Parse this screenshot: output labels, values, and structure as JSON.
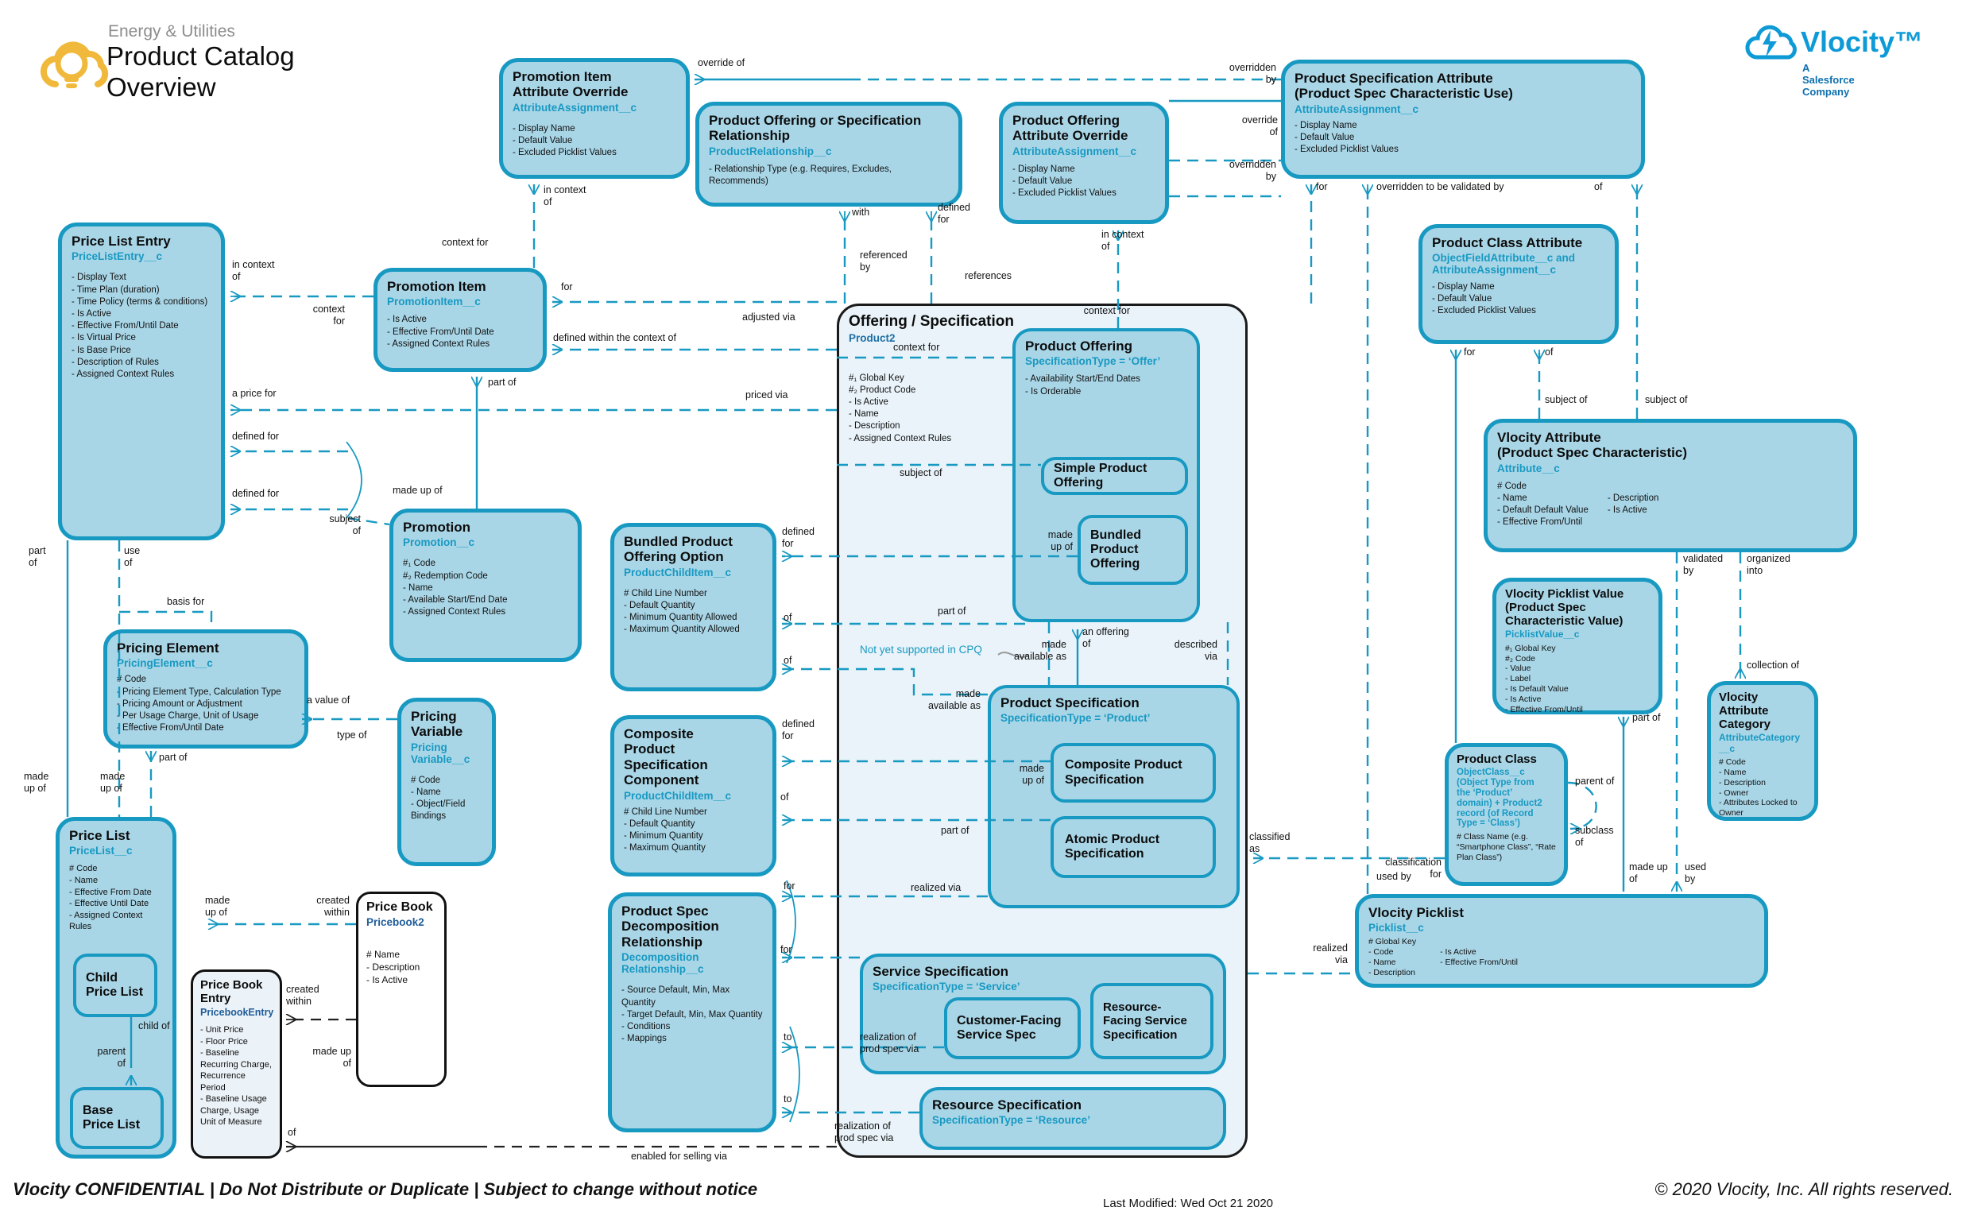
{
  "header": {
    "eyebrow": "Energy & Utilities",
    "title": "Product Catalog\nOverview"
  },
  "logo": {
    "name": "Vlocity™",
    "tagline": "A Salesforce Company"
  },
  "colors": {
    "entity_fill": "#a9d6e7",
    "entity_border": "#1899c2",
    "outer_box_fill": "#e9f3f9",
    "accent_cyan": "#1899c2",
    "logo_blue": "#0d9ad6",
    "header_icon_yellow": "#f0b93b"
  },
  "entities": {
    "promo_item_attr_override": {
      "title": "Promotion Item\nAttribute Override",
      "sub": "AttributeAssignment__c",
      "fields": [
        "- Display Name",
        "- Default Value",
        "- Excluded Picklist Values"
      ]
    },
    "prod_off_spec_rel": {
      "title": "Product Offering or Specification\nRelationship",
      "sub": "ProductRelationship__c",
      "fields": [
        "- Relationship Type (e.g. Requires, Excludes, Recommends)"
      ]
    },
    "prod_off_attr_override": {
      "title": "Product Offering\nAttribute Override",
      "sub": "AttributeAssignment__c",
      "fields": [
        "- Display Name",
        "- Default Value",
        "- Excluded Picklist Values"
      ]
    },
    "prod_spec_attr": {
      "title": "Product Specification Attribute\n(Product Spec Characteristic Use)",
      "sub": "AttributeAssignment__c",
      "fields": [
        "- Display Name",
        "- Default Value",
        "- Excluded Picklist Values"
      ]
    },
    "price_list_entry": {
      "title": "Price List Entry",
      "sub": "PriceListEntry__c",
      "fields": [
        "- Display Text",
        "- Time Plan (duration)",
        "- Time Policy (terms & conditions)",
        "- Is Active",
        "- Effective From/Until Date",
        "- Is Virtual Price",
        "- Is Base Price",
        "- Description of Rules",
        "- Assigned Context Rules"
      ]
    },
    "promotion_item": {
      "title": "Promotion Item",
      "sub": "PromotionItem__c",
      "fields": [
        "- Is Active",
        "- Effective From/Until Date",
        "- Assigned Context Rules"
      ]
    },
    "promotion": {
      "title": "Promotion",
      "sub": "Promotion__c",
      "fields": [
        "#₁ Code",
        "#₂ Redemption Code",
        "- Name",
        "- Available Start/End Date",
        "- Assigned Context Rules"
      ]
    },
    "bundled_prod_off_option": {
      "title": "Bundled Product\nOffering Option",
      "sub": "ProductChildItem__c",
      "fields": [
        "# Child Line Number",
        "- Default Quantity",
        "- Minimum Quantity Allowed",
        "- Maximum Quantity Allowed"
      ]
    },
    "pricing_element": {
      "title": "Pricing Element",
      "sub": "PricingElement__c",
      "fields": [
        "# Code",
        "- Pricing Element Type, Calculation Type",
        "- Pricing Amount or Adjustment",
        "- Per Usage Charge, Unit of Usage",
        "- Effective From/Until Date"
      ]
    },
    "pricing_variable": {
      "title": "Pricing\nVariable",
      "sub": "Pricing\nVariable__c",
      "fields": [
        "# Code",
        "- Name",
        "- Object/Field Bindings"
      ]
    },
    "comp_prod_spec_component": {
      "title": "Composite\nProduct\nSpecification\nComponent",
      "sub": "ProductChildItem__c",
      "fields": [
        "# Child Line Number",
        "- Default Quantity",
        "- Minimum Quantity",
        "- Maximum Quantity"
      ]
    },
    "price_list": {
      "title": "Price List",
      "sub": "PriceList__c",
      "fields": [
        "# Code",
        "- Name",
        "- Effective From Date",
        "- Effective Until Date",
        "- Assigned Context Rules"
      ]
    },
    "child_price_list": {
      "title": "Child\nPrice List"
    },
    "base_price_list": {
      "title": "Base\nPrice List"
    },
    "price_book_entry": {
      "title": "Price Book\nEntry",
      "sub": "PricebookEntry",
      "fields": [
        "- Unit Price",
        "- Floor Price",
        "- Baseline Recurring Charge, Recurrence Period",
        "- Baseline Usage Charge, Usage Unit of Measure"
      ]
    },
    "price_book": {
      "title": "Price Book",
      "sub": "Pricebook2",
      "fields": [
        "# Name",
        "- Description",
        "- Is Active"
      ]
    },
    "decomp_rel": {
      "title": "Product Spec\nDecomposition\nRelationship",
      "sub": "Decomposition\nRelationship__c",
      "fields": [
        "- Source Default, Min, Max Quantity",
        "- Target Default, Min, Max Quantity",
        "- Conditions",
        "- Mappings"
      ]
    },
    "offering_spec": {
      "title": "Offering / Specification",
      "sub": "Product2",
      "fields": [
        "#₁ Global Key",
        "#₂ Product Code",
        "- Is Active",
        "- Name",
        "- Description",
        "- Assigned Context Rules"
      ]
    },
    "product_offering": {
      "title": "Product Offering",
      "sub": "SpecificationType = ‘Offer’",
      "fields": [
        "- Availability Start/End Dates",
        "- Is Orderable"
      ]
    },
    "simple_product_offering": {
      "title": "Simple Product Offering"
    },
    "bundled_product_offering": {
      "title": "Bundled\nProduct Offering"
    },
    "product_specification": {
      "title": "Product Specification",
      "sub": "SpecificationType = ‘Product’"
    },
    "composite_product_specification": {
      "title": "Composite Product\nSpecification"
    },
    "atomic_product_specification": {
      "title": "Atomic Product\nSpecification"
    },
    "service_specification": {
      "title": "Service Specification",
      "sub": "SpecificationType = ‘Service’"
    },
    "customer_facing_service_spec": {
      "title": "Customer-Facing\nService Spec"
    },
    "resource_facing_service_spec": {
      "title": "Resource-\nFacing Service\nSpecification"
    },
    "resource_specification": {
      "title": "Resource Specification",
      "sub": "SpecificationType = ‘Resource’"
    },
    "product_class_attribute": {
      "title": "Product Class Attribute",
      "sub": "ObjectFieldAttribute__c  and\nAttributeAssignment__c",
      "fields": [
        "- Display Name",
        "- Default Value",
        "- Excluded Picklist Values"
      ]
    },
    "vlocity_attribute": {
      "title": "Vlocity Attribute\n(Product Spec Characteristic)",
      "sub": "Attribute__c",
      "fields_left": [
        "# Code",
        "- Name",
        "- Default Default Value",
        "- Effective From/Until"
      ],
      "fields_right": [
        "- Description",
        "- Is Active"
      ]
    },
    "vlocity_picklist_value": {
      "title": "Vlocity Picklist Value\n(Product Spec\nCharacteristic Value)",
      "sub": "PicklistValue__c",
      "fields": [
        "#₁ Global Key",
        "#₂ Code",
        "- Value",
        "- Label",
        "- Is Default Value",
        "- Is Active",
        "- Effective From/Until"
      ]
    },
    "vlocity_attribute_category": {
      "title": "Vlocity\nAttribute\nCategory",
      "sub": "AttributeCategory\n__c",
      "fields": [
        "# Code",
        "- Name",
        "- Description",
        "- Owner",
        "- Attributes Locked to Owner"
      ]
    },
    "product_class": {
      "title": "Product Class",
      "sub": "ObjectClass__c\n(Object Type from\nthe ‘Product’\ndomain) + Product2\nrecord (of Record\nType = ‘Class’)",
      "fields": [
        "# Class Name (e.g. “Smartphone Class”, “Rate Plan Class”)"
      ]
    },
    "vlocity_picklist": {
      "title": "Vlocity Picklist",
      "sub": "Picklist__c",
      "fields_left": [
        "# Global Key",
        "- Code",
        "- Name",
        "- Description"
      ],
      "fields_right": [
        "- Is Active",
        "- Effective From/Until"
      ]
    }
  },
  "labels": [
    "override of",
    "in context\nof",
    "context for",
    "in context\nof",
    "context\nfor",
    "for",
    "adjusted via",
    "defined within the context of",
    "priced via",
    "a price for",
    "part of",
    "defined for",
    "defined for",
    "made up of",
    "subject\nof",
    "part\nof",
    "use\nof",
    "basis for",
    "a value of",
    "type of",
    "part of",
    "made\nup of",
    "made\nup of",
    "made\nup of",
    "created\nwithin",
    "created\nwithin",
    "made up\nof",
    "of",
    "child of",
    "parent\nof",
    "enabled for selling via",
    "context for",
    "in context\nof",
    "with",
    "defined\nfor",
    "referenced\nby",
    "references",
    "context for",
    "subject of",
    "made\nup of",
    "defined\nfor",
    "part of",
    "of",
    "of",
    "an offering\nof",
    "made\navailable as",
    "described\nvia",
    "Not yet supported in CPQ",
    "made\navailable as",
    "made\nup of",
    "part of",
    "realized via",
    "defined\nfor",
    "of",
    "for",
    "for",
    "to",
    "to",
    "realization of\nprod spec via",
    "realization of\nprod spec via",
    "classified\nas",
    "classification\nfor",
    "realized\nvia",
    "used by",
    "overridden\nby",
    "override\nof",
    "overridden\nby",
    "for",
    "overridden to be validated by",
    "of",
    "for",
    "of",
    "subject of",
    "subject of",
    "validated\nby",
    "organized\ninto",
    "collection of",
    "part of",
    "parent of",
    "subclass\nof",
    "made up\nof",
    "used\nby"
  ],
  "footer": {
    "confidential": "Vlocity CONFIDENTIAL | Do Not Distribute or Duplicate | Subject to change without notice",
    "last_modified": "Last Modified: Wed Oct 21 2020",
    "copyright": "© 2020 Vlocity, Inc. All rights reserved."
  }
}
